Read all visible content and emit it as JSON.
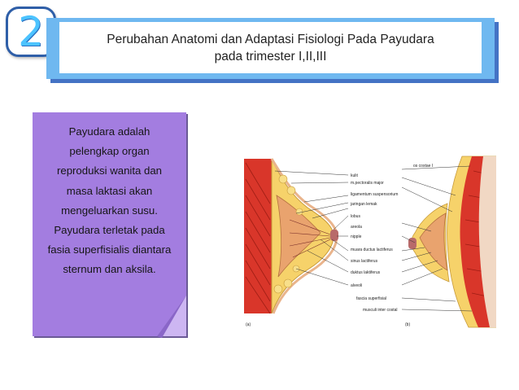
{
  "slide_number": "2",
  "title": {
    "line1": "Perubahan Anatomi dan Adaptasi Fisiologi  Pada Payudara",
    "line2": "pada trimester  I,II,III"
  },
  "note_lines": [
    "Payudara adalah",
    "pelengkap organ",
    "reproduksi wanita dan",
    "masa laktasi akan",
    "mengeluarkan susu.",
    "Payudara terletak pada",
    "fasia superfisialis diantara",
    "sternum dan aksila."
  ],
  "figure": {
    "labels": [
      "os costae I",
      "kulit",
      "m.pectoralis major",
      "ligamentum suspensorium",
      "jaringan lemak",
      "lobus",
      "areola",
      "nipple",
      "muara ductus lactiferus",
      "sinus lactiferus",
      "duktus laktiferus",
      "alveoli",
      "fascia superfisial",
      "musculi inter costal"
    ],
    "panel_a": "(a)",
    "panel_b": "(b)"
  },
  "colors": {
    "title_frame": "#6fb8f0",
    "title_shadow": "#4472c4",
    "badge_number": "#4cc3ff",
    "note_fill": "#a37de0"
  }
}
